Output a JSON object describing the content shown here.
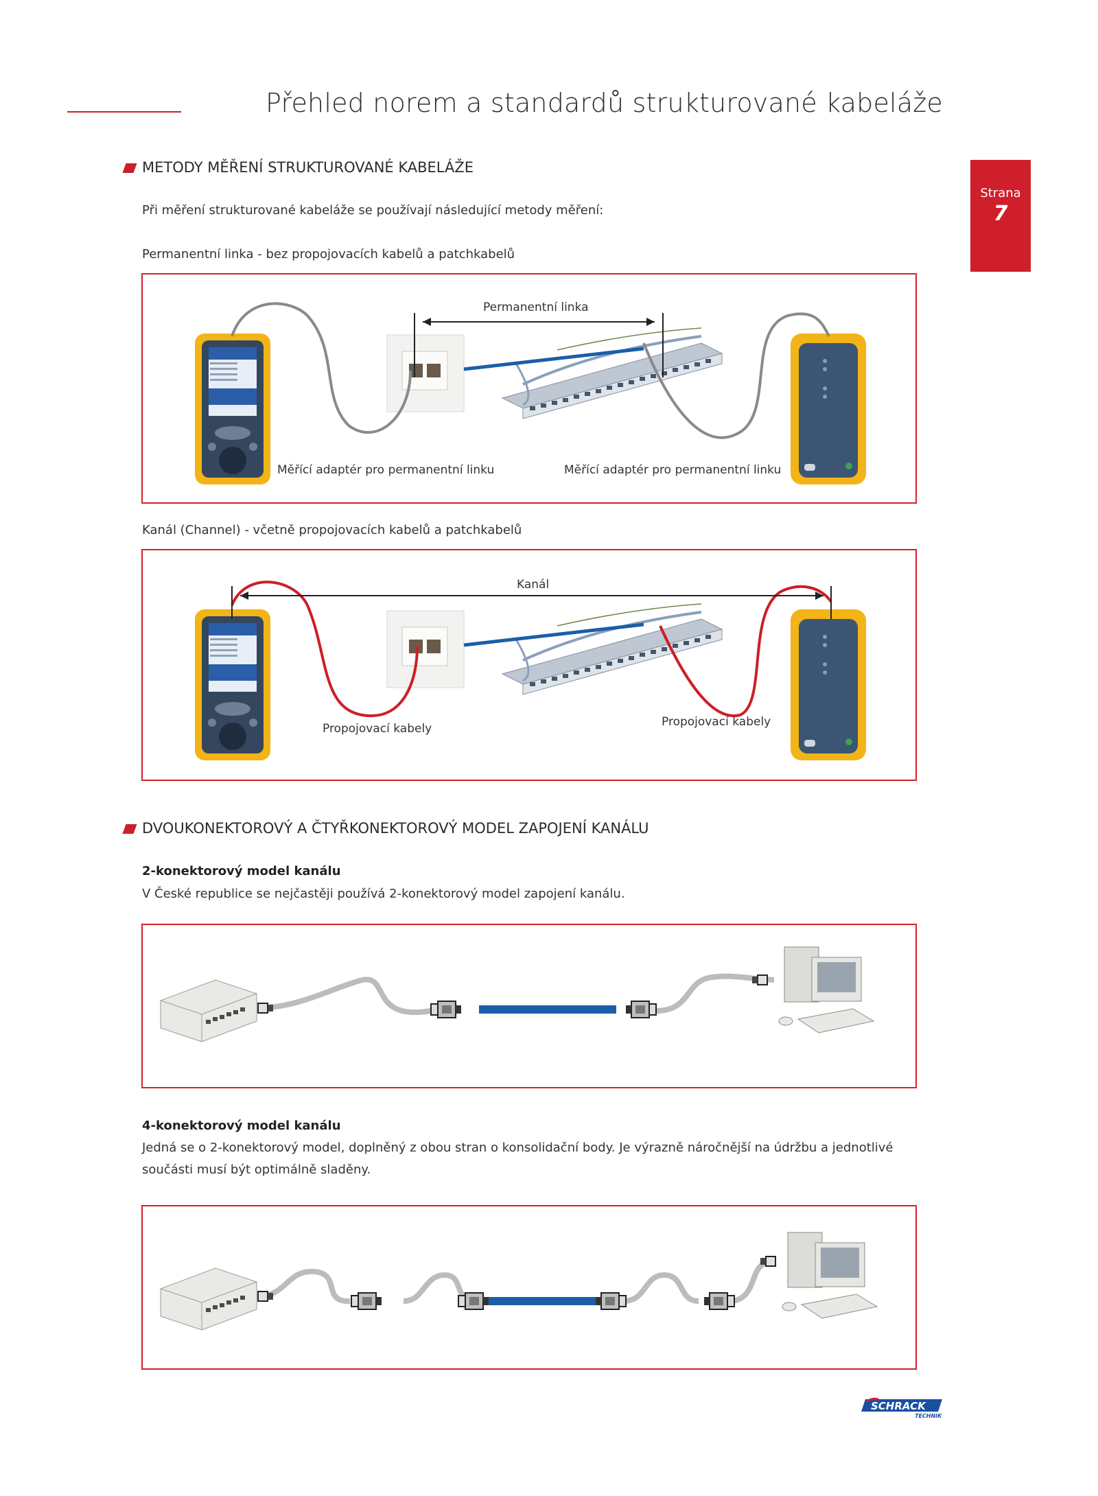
{
  "header": {
    "title": "Přehled norem a standardů strukturované kabeláže"
  },
  "page_tab": {
    "label": "Strana",
    "number": "7"
  },
  "section1": {
    "heading": "METODY MĚŘENÍ STRUKTUROVANÉ KABELÁŽE",
    "intro": "Při měření strukturované kabeláže se používají následující metody měření:",
    "permanent": {
      "caption": "Permanentní linka - bez propojovacích kabelů a patchkabelů",
      "span_label": "Permanentní linka",
      "adapter_left": "Měřící adaptér pro permanentní linku",
      "adapter_right": "Měřící adaptér pro permanentní linku"
    },
    "channel": {
      "caption": "Kanál (Channel) - včetně propojovacích kabelů a patchkabelů",
      "span_label": "Kanál",
      "patch_left": "Propojovací kabely",
      "patch_right": "Propojovací kabely"
    }
  },
  "section2": {
    "heading": "DVOUKONEKTOROVÝ A ČTYŘKONEKTOROVÝ MODEL ZAPOJENÍ KANÁLU",
    "two": {
      "title": "2-konektorový model kanálu",
      "text": "V České republice se nejčastěji používá 2-konektorový model zapojení kanálu."
    },
    "four": {
      "title": "4-konektorový model kanálu",
      "text1": "Jedná se o 2-konektorový model, doplněný z obou stran o konsolidační body. Je výrazně náročnější na údržbu a jednotlivé",
      "text2": "součásti musí být optimálně sladěny."
    }
  },
  "footer": {
    "logo_text": "SCHRACK",
    "logo_sub": "TECHNIK"
  },
  "colors": {
    "accent": "#d6202b",
    "cable_blue": "#1a5ea8",
    "patch_red": "#cc1f27",
    "tester_yellow": "#f2b416",
    "tester_body": "#3a4f6a"
  }
}
